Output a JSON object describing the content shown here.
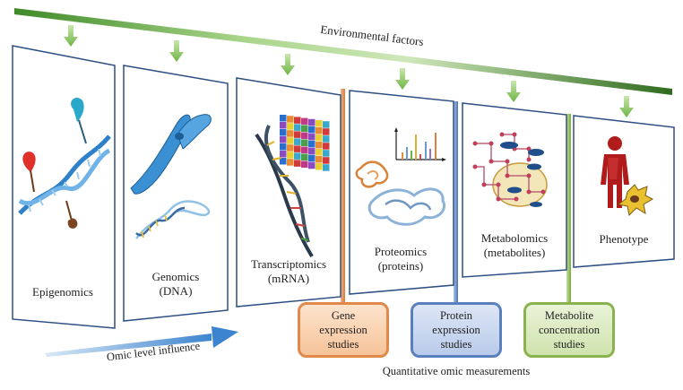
{
  "environmental_factors": "Environmental factors",
  "panels": [
    {
      "id": "epigenomics",
      "lines": [
        "Epigenomics"
      ]
    },
    {
      "id": "genomics",
      "lines": [
        "Genomics",
        "(DNA)"
      ]
    },
    {
      "id": "transcriptomics",
      "lines": [
        "Transcriptomics",
        "(mRNA)"
      ]
    },
    {
      "id": "proteomics",
      "lines": [
        "Proteomics",
        "(proteins)"
      ]
    },
    {
      "id": "metabolomics",
      "lines": [
        "Metabolomics",
        "(metabolites)"
      ]
    },
    {
      "id": "phenotype",
      "lines": [
        "Phenotype"
      ]
    }
  ],
  "omic_influence": "Omic level influence",
  "measurements": {
    "gene": [
      "Gene",
      "expression",
      "studies"
    ],
    "protein": [
      "Protein",
      "expression",
      "studies"
    ],
    "metabolite": [
      "Metabolite",
      "concentration",
      "studies"
    ]
  },
  "quantitative_label": "Quantitative omic measurements",
  "colors": {
    "env_bar": "#2e6b1e",
    "env_arrow": "#8dc36a",
    "panel_border": "#2d4f84",
    "gene": "#e0894a",
    "protein": "#5a7fbe",
    "metabolite": "#8ab34f",
    "omic_arrow": "#4a8ed0"
  }
}
